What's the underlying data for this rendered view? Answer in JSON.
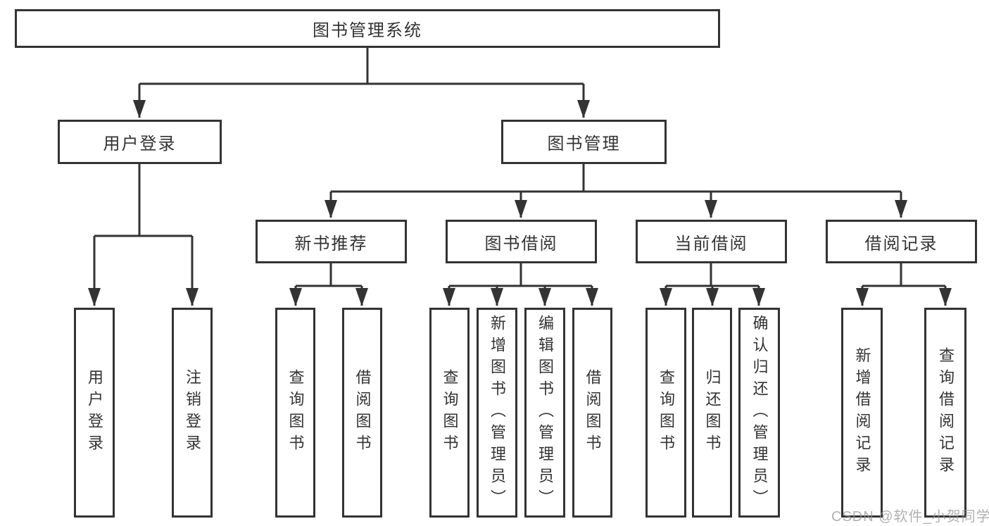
{
  "tree": {
    "root": {
      "label": "图书管理系统",
      "children": [
        {
          "label": "用户登录",
          "children": [
            {
              "label": "用户登录"
            },
            {
              "label": "注销登录"
            }
          ]
        },
        {
          "label": "图书管理",
          "children": [
            {
              "label": "新书推荐",
              "children": [
                {
                  "label": "查询图书"
                },
                {
                  "label": "借阅图书"
                }
              ]
            },
            {
              "label": "图书借阅",
              "children": [
                {
                  "label": "查询图书"
                },
                {
                  "label": "新增图书（管理员）"
                },
                {
                  "label": "编辑图书（管理员）"
                },
                {
                  "label": "借阅图书"
                }
              ]
            },
            {
              "label": "当前借阅",
              "children": [
                {
                  "label": "查询图书"
                },
                {
                  "label": "归还图书"
                },
                {
                  "label": "确认归还（管理员）"
                }
              ]
            },
            {
              "label": "借阅记录",
              "children": [
                {
                  "label": "新增借阅记录"
                },
                {
                  "label": "查询借阅记录"
                }
              ]
            }
          ]
        }
      ]
    }
  },
  "watermark": {
    "text": "CSDN @软件_小贺同学"
  },
  "colors": {
    "line": "#333333",
    "box_border": "#333333",
    "text": "#333333",
    "watermark": "#969696",
    "background": "#ffffff"
  }
}
